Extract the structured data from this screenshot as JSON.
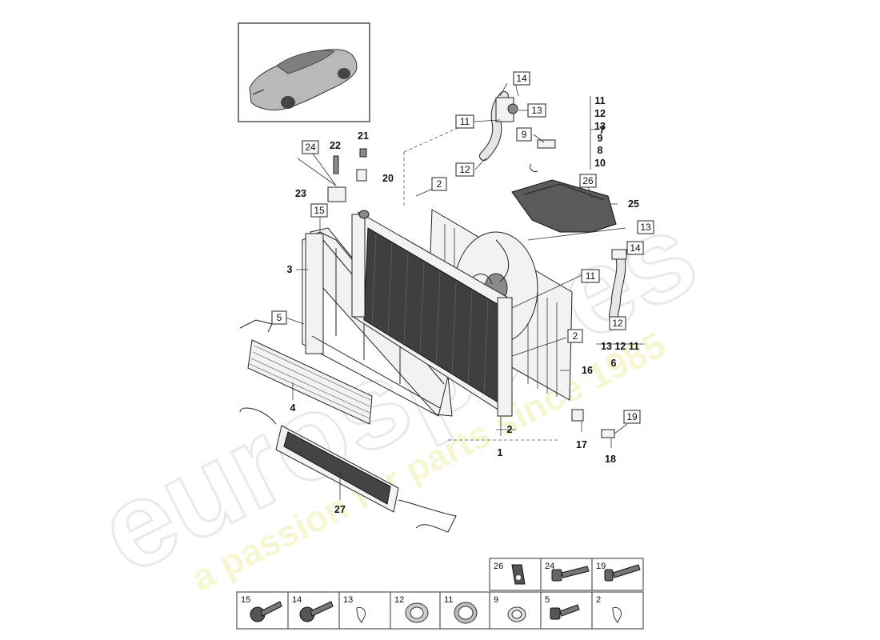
{
  "watermark": {
    "brand": "eurospares",
    "tagline": "a passion for parts since 1985"
  },
  "callouts_boxed": [
    {
      "id": "c14a",
      "text": "14"
    },
    {
      "id": "c13a",
      "text": "13"
    },
    {
      "id": "c11a",
      "text": "11"
    },
    {
      "id": "c9a",
      "text": "9"
    },
    {
      "id": "c12a",
      "text": "12"
    },
    {
      "id": "c24",
      "text": "24"
    },
    {
      "id": "c2a",
      "text": "2"
    },
    {
      "id": "c26",
      "text": "26"
    },
    {
      "id": "c15",
      "text": "15"
    },
    {
      "id": "c13b",
      "text": "13"
    },
    {
      "id": "c14b",
      "text": "14"
    },
    {
      "id": "c11b",
      "text": "11"
    },
    {
      "id": "c5",
      "text": "5"
    },
    {
      "id": "c12b",
      "text": "12"
    },
    {
      "id": "c2b",
      "text": "2"
    },
    {
      "id": "c19",
      "text": "19"
    }
  ],
  "callouts_plain": {
    "group7": [
      "11",
      "12",
      "13",
      "9",
      "8",
      "10"
    ],
    "n7": "7",
    "n21": "21",
    "n22": "22",
    "n20": "20",
    "n23": "23",
    "n25": "25",
    "n3": "3",
    "n4": "4",
    "group6": "13 12 11",
    "n6": "6",
    "n16": "16",
    "n2": "2",
    "n1": "1",
    "n17": "17",
    "n18": "18",
    "n27": "27"
  },
  "legend": {
    "top_row": [
      "26",
      "24",
      "19"
    ],
    "bottom_row": [
      "15",
      "14",
      "13",
      "12",
      "11",
      "9",
      "5",
      "2"
    ]
  }
}
